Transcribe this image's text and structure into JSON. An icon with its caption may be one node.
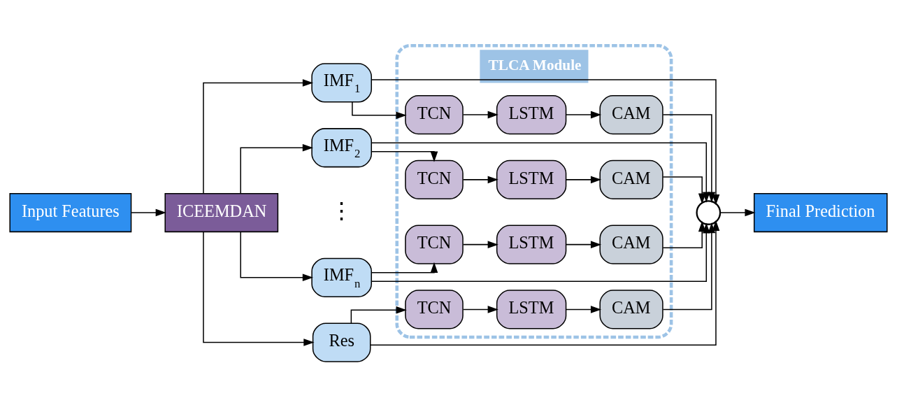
{
  "diagram": {
    "nodes": [
      {
        "text": [
          "Input Features"
        ]
      },
      {
        "text": [
          "ICEEMDAN"
        ]
      },
      {
        "text": [
          "IMF$_{1}$"
        ]
      },
      {
        "text": [
          "IMF$_{2}$"
        ]
      },
      {
        "text": [
          "IMF$_{n}$"
        ]
      },
      {
        "text": [
          "Res"
        ]
      },
      {
        "text": [
          "TLCA Module"
        ]
      },
      {
        "text": [
          "TCN"
        ],
        "in": 6
      },
      {
        "text": [
          "LSTM"
        ],
        "in": 6
      },
      {
        "text": [
          "CAM"
        ],
        "in": 6
      },
      {
        "text": [
          "TCN"
        ],
        "in": 6
      },
      {
        "text": [
          "LSTM"
        ],
        "in": 6
      },
      {
        "text": [
          "CAM"
        ],
        "in": 6
      },
      {
        "text": [
          "TCN"
        ],
        "in": 6
      },
      {
        "text": [
          "LSTM"
        ],
        "in": 6
      },
      {
        "text": [
          "CAM"
        ],
        "in": 6
      },
      {
        "text": [
          "TCN"
        ],
        "in": 6
      },
      {
        "text": [
          "LSTM"
        ],
        "in": 6
      },
      {
        "text": [
          "CAM"
        ],
        "in": 6
      },
      {
        "text": [],
        "shape": "circle"
      },
      {
        "text": [
          "Final Prediction"
        ]
      }
    ],
    "edges": [
      {
        "from": 0,
        "to": 1,
        "arrow": "to"
      },
      {
        "from": 1,
        "to": 2,
        "arrow": "to"
      },
      {
        "from": 1,
        "to": 3,
        "arrow": "to"
      },
      {
        "from": 1,
        "to": 4,
        "arrow": "to"
      },
      {
        "from": 1,
        "to": 5,
        "arrow": "to"
      },
      {
        "from": 2,
        "to": 7,
        "arrow": "to"
      },
      {
        "from": 7,
        "to": 8,
        "arrow": "to"
      },
      {
        "from": 8,
        "to": 9,
        "arrow": "to"
      },
      {
        "from": 2,
        "to": 19,
        "arrow": "to"
      },
      {
        "from": 9,
        "to": 19,
        "arrow": "to"
      },
      {
        "from": 3,
        "to": 10,
        "arrow": "to"
      },
      {
        "from": 10,
        "to": 11,
        "arrow": "to"
      },
      {
        "from": 11,
        "to": 12,
        "arrow": "to"
      },
      {
        "from": 3,
        "to": 19,
        "arrow": "to"
      },
      {
        "from": 12,
        "to": 19,
        "arrow": "to"
      },
      {
        "from": 4,
        "to": 13,
        "arrow": "to"
      },
      {
        "from": 13,
        "to": 14,
        "arrow": "to"
      },
      {
        "from": 14,
        "to": 15,
        "arrow": "to"
      },
      {
        "from": 4,
        "to": 19,
        "arrow": "to"
      },
      {
        "from": 15,
        "to": 19,
        "arrow": "to"
      },
      {
        "from": 5,
        "to": 16,
        "arrow": "to"
      },
      {
        "from": 16,
        "to": 17,
        "arrow": "to"
      },
      {
        "from": 17,
        "to": 18,
        "arrow": "to"
      },
      {
        "from": 5,
        "to": 19,
        "arrow": "to"
      },
      {
        "from": 18,
        "to": 19,
        "arrow": "to"
      },
      {
        "from": 19,
        "to": 20,
        "arrow": "to"
      }
    ],
    "labels": [
      "⋮"
    ]
  }
}
